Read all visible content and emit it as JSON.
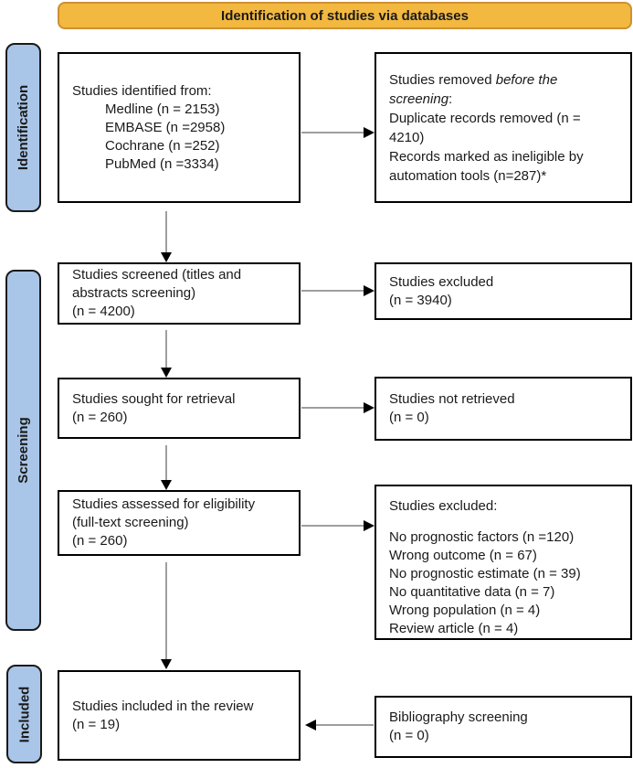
{
  "banner": {
    "title": "Identification of studies via databases"
  },
  "sidebar": {
    "identification": "Identification",
    "screening": "Screening",
    "included": "Included"
  },
  "boxes": {
    "identified": {
      "heading": "Studies identified from:",
      "items": [
        "Medline (n = 2153)",
        "EMBASE (n =2958)",
        "Cochrane (n =252)",
        "PubMed (n =3334)"
      ]
    },
    "removed": {
      "lead": "Studies removed ",
      "lead_italic": "before the screening",
      "lead_suffix": ":",
      "items": [
        "Duplicate records removed (n = 4210)",
        "Records marked as ineligible by automation tools (n=287)*"
      ]
    },
    "screened": {
      "lines": [
        "Studies screened (titles and abstracts screening)",
        "(n = 4200)"
      ]
    },
    "excluded_screening": {
      "lines": [
        "Studies excluded",
        "(n = 3940)"
      ]
    },
    "sought": {
      "lines": [
        "Studies sought for retrieval",
        "(n = 260)"
      ]
    },
    "not_retrieved": {
      "lines": [
        "Studies not retrieved",
        "(n = 0)"
      ]
    },
    "assessed": {
      "lines": [
        "Studies assessed for eligibility",
        "(full-text screening)",
        "(n = 260)"
      ]
    },
    "excluded_eligibility": {
      "heading": "Studies excluded:",
      "items": [
        "No prognostic factors (n =120)",
        "Wrong outcome (n = 67)",
        "No prognostic estimate (n = 39)",
        "No quantitative data (n = 7)",
        "Wrong population (n = 4)",
        "Review article (n = 4)"
      ]
    },
    "included": {
      "lines": [
        "Studies included in the review",
        "(n = 19)"
      ]
    },
    "bibliography": {
      "lines": [
        "Bibliography screening",
        "(n = 0)"
      ]
    }
  },
  "colors": {
    "banner_fill": "#F3B83F",
    "banner_border": "#CE9030",
    "stage_fill": "#A9C6E8",
    "stage_border": "#1a1a1a",
    "box_bg": "#ffffff",
    "box_border": "#000000",
    "text": "#1a1a1a",
    "arrow_line": "#7f7f7f",
    "arrow_head": "#000000"
  }
}
